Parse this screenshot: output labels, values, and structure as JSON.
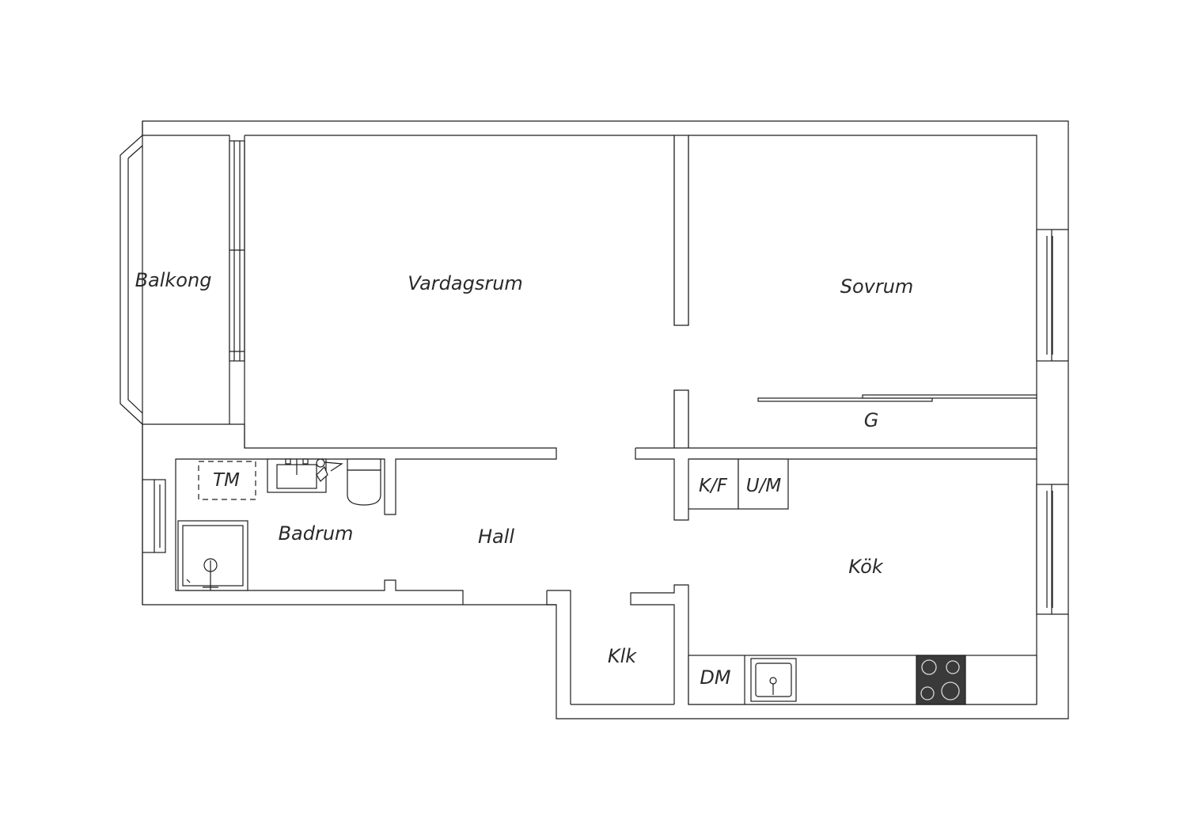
{
  "rooms": {
    "balkong": "Balkong",
    "vardagsrum": "Vardagsrum",
    "sovrum": "Sovrum",
    "garderob": "G",
    "kyl_frys": "K/F",
    "ugn_mikro": "U/M",
    "tvattmaskin": "TM",
    "badrum": "Badrum",
    "hall": "Hall",
    "kok": "Kök",
    "klk": "Klk",
    "diskmaskin": "DM"
  },
  "colors": {
    "line": "#1e1e1e",
    "text": "#2a2a2a",
    "stove": "#3a3a3a",
    "background": "#ffffff"
  },
  "icons": {
    "shower": "shower-icon",
    "washbasin": "washbasin-icon",
    "toilet": "toilet-icon",
    "kitchen_sink": "kitchen-sink-icon",
    "stove": "stove-icon",
    "window": "window-icon"
  }
}
